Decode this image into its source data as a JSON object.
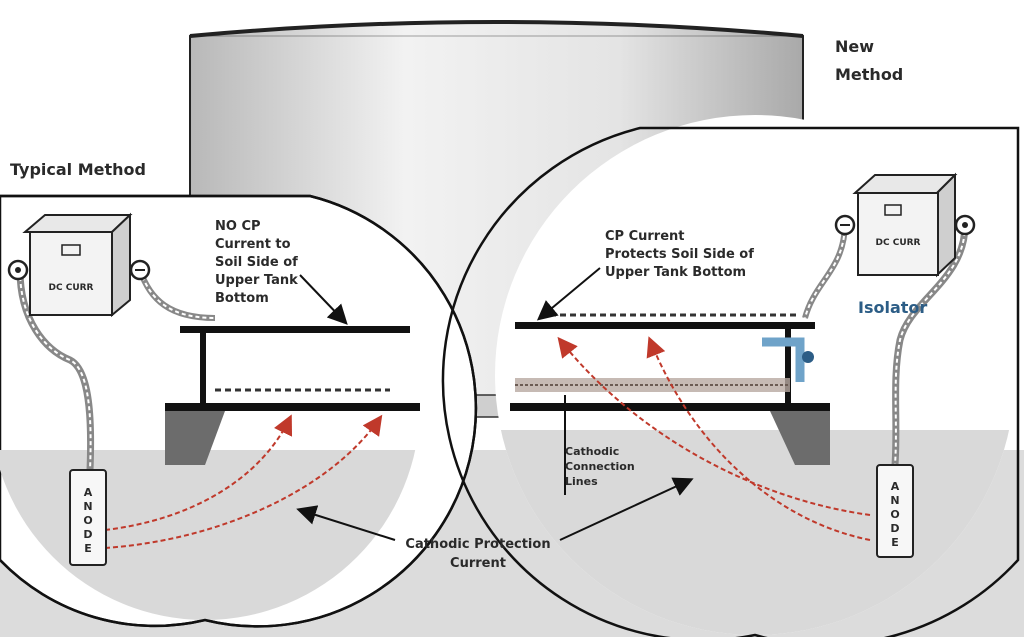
{
  "labels": {
    "new_method": [
      "New",
      "Method"
    ],
    "typical_method": "Typical Method",
    "typical_note": [
      "NO CP",
      "Current to",
      "Soil Side of",
      "Upper Tank",
      "Bottom"
    ],
    "new_note": [
      "CP Current",
      "Protects Soil Side of",
      "Upper Tank Bottom"
    ],
    "isolator": "Isolator",
    "cp_current": [
      "Cathodic Protection",
      "Current"
    ],
    "cp_lines": [
      "Cathodic",
      "Connection",
      "Lines"
    ],
    "rectifier_text": "DC CURR",
    "rectifier_text_right": "DC CURR",
    "anode_letters": [
      "A",
      "N",
      "O",
      "D",
      "E"
    ]
  },
  "colors": {
    "current_arrow": "#c0392b",
    "isolator": "#6fa3c9",
    "isolator_text": "#2c5d86",
    "soil": "#d7d7d7",
    "line": "#111111"
  },
  "icons": {
    "rectifier": "rectifier-box-icon",
    "anode": "anode-icon",
    "terminal": "terminal-icon"
  }
}
